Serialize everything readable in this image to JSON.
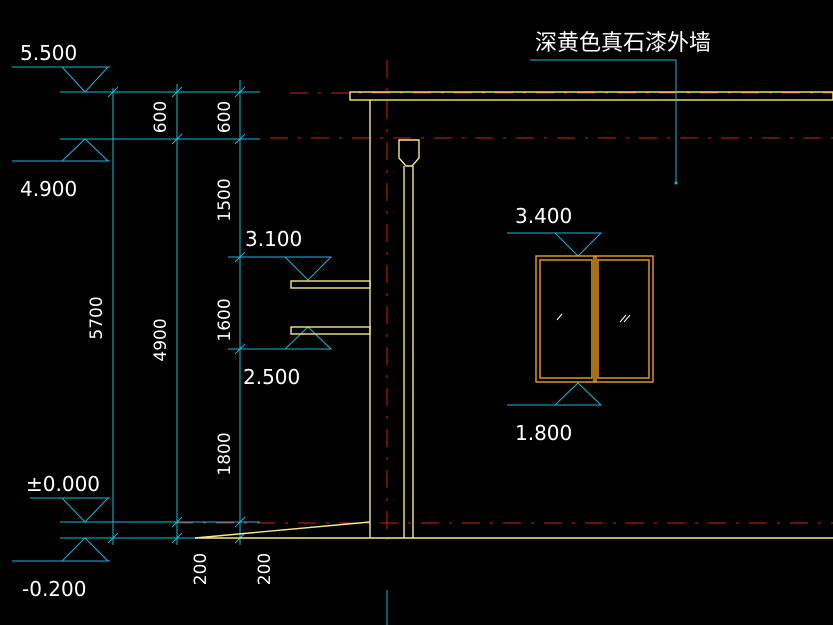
{
  "drawing": {
    "note": "深黄色真石漆外墙",
    "elevations": {
      "top": "5.500",
      "eave": "4.900",
      "canopy_upper": "3.100",
      "canopy_lower": "2.500",
      "window_top": "3.400",
      "window_bottom": "1.800",
      "ground": "±0.000",
      "base": "-0.200"
    },
    "dimensions": {
      "total": "5700",
      "main": "4900",
      "parapet_left": "600",
      "parapet_right": "600",
      "upper": "1500",
      "middle": "1600",
      "lower": "1800",
      "foot_left": "200",
      "foot_right": "200"
    },
    "colors": {
      "background": "#000000",
      "dimension_lines": "#22b4d8",
      "outline": "#f4e88a",
      "axis": "#cc1f1f",
      "window": "#f0a020",
      "text": "#ffffff"
    }
  }
}
